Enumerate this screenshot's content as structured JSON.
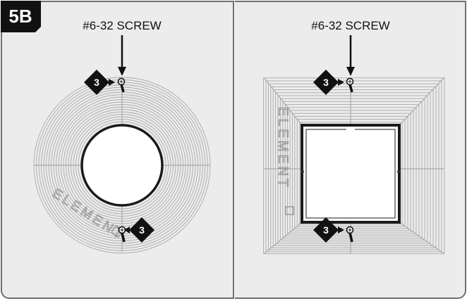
{
  "badge": "5B",
  "left_panel": {
    "screw_label": "#6-32 SCREW",
    "brand": "ELEMENT",
    "steps": [
      "3",
      "3"
    ]
  },
  "right_panel": {
    "screw_label": "#6-32 SCREW",
    "brand": "ELEMENT",
    "steps": [
      "3",
      "3"
    ]
  },
  "colors": {
    "panel_bg": "#ececec",
    "border": "#6f6f6f",
    "grille": "#a9a9a9",
    "badge_bg": "#111111",
    "step_marker": "#111111"
  },
  "icons": [
    "screw-icon",
    "arrow-down-icon",
    "step-diamond-icon",
    "logo-square-icon"
  ]
}
